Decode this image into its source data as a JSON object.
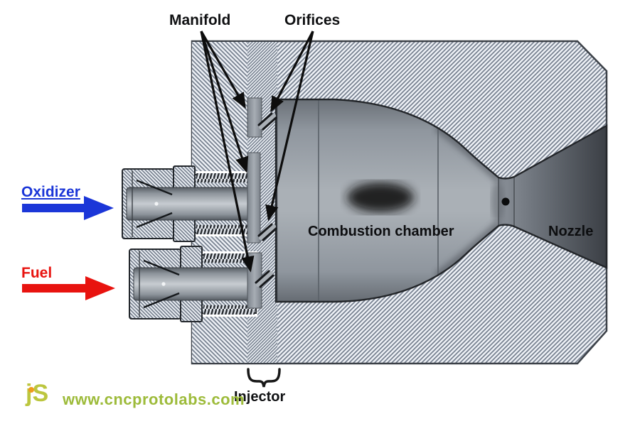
{
  "diagram": {
    "labels": {
      "manifold": "Manifold",
      "orifices": "Orifices",
      "combustion_chamber": "Combustion chamber",
      "nozzle": "Nozzle",
      "injector": "Injector"
    },
    "flow": {
      "oxidizer": {
        "label": "Oxidizer",
        "color": "#1b36d8"
      },
      "fuel": {
        "label": "Fuel",
        "color": "#e8130f"
      }
    },
    "watermark": {
      "logo": "jS",
      "url": "www.cncprotolabs.com",
      "logo_color": "#bcc63f",
      "url_color": "#9dbb3a",
      "dot_color": "#ef9b1d"
    },
    "annotation_color": "#0d0d0d"
  }
}
